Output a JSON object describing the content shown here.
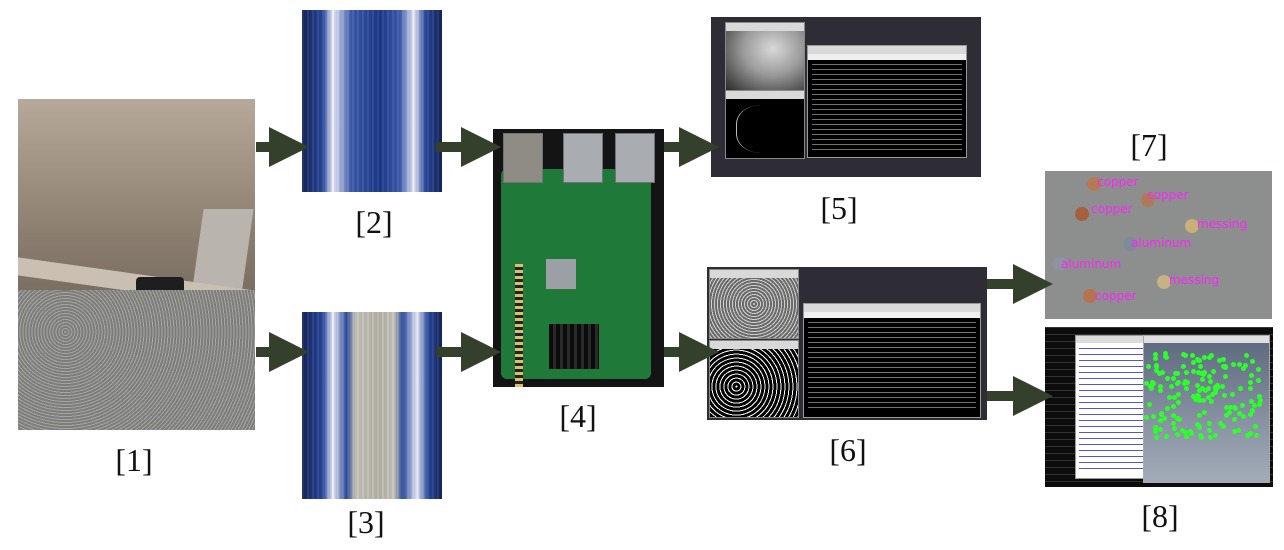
{
  "labels": {
    "p1": "[1]",
    "p2": "[2]",
    "p3": "[3]",
    "p4": "[4]",
    "p5": "[5]",
    "p6": "[6]",
    "p7": "[7]",
    "p8": "[8]"
  },
  "metal_labels": [
    {
      "text": "copper"
    },
    {
      "text": "copper"
    },
    {
      "text": "copper"
    },
    {
      "text": "messing"
    },
    {
      "text": "aluminum"
    },
    {
      "text": "aluminum"
    },
    {
      "text": "messing"
    },
    {
      "text": "copper"
    }
  ],
  "colors": {
    "arrow": "#34402b",
    "metal_label": "#ff22ff",
    "detect_dot": "#2cff2c",
    "desktop_bg": "#2e2d36"
  }
}
